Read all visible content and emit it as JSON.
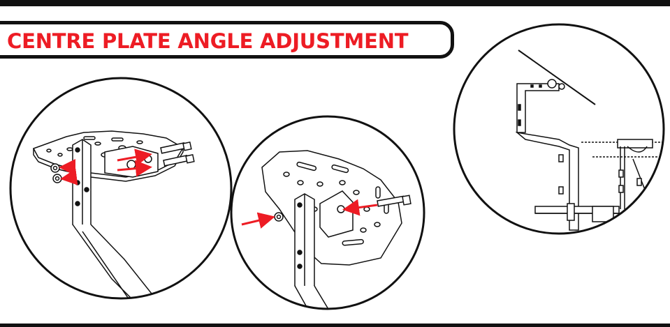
{
  "title": "CENTRE PLATE ANGLE ADJUSTMENT",
  "colors": {
    "accent": "#ed1c24",
    "ink": "#111111",
    "background": "#ffffff"
  },
  "steps": [
    {
      "panel": "left",
      "callout": "remove-bolts-and-nuts"
    },
    {
      "panel": "middle",
      "callout": "insert-bolt-and-nut"
    },
    {
      "panel": "right",
      "callout": "angled-plate-result"
    }
  ]
}
